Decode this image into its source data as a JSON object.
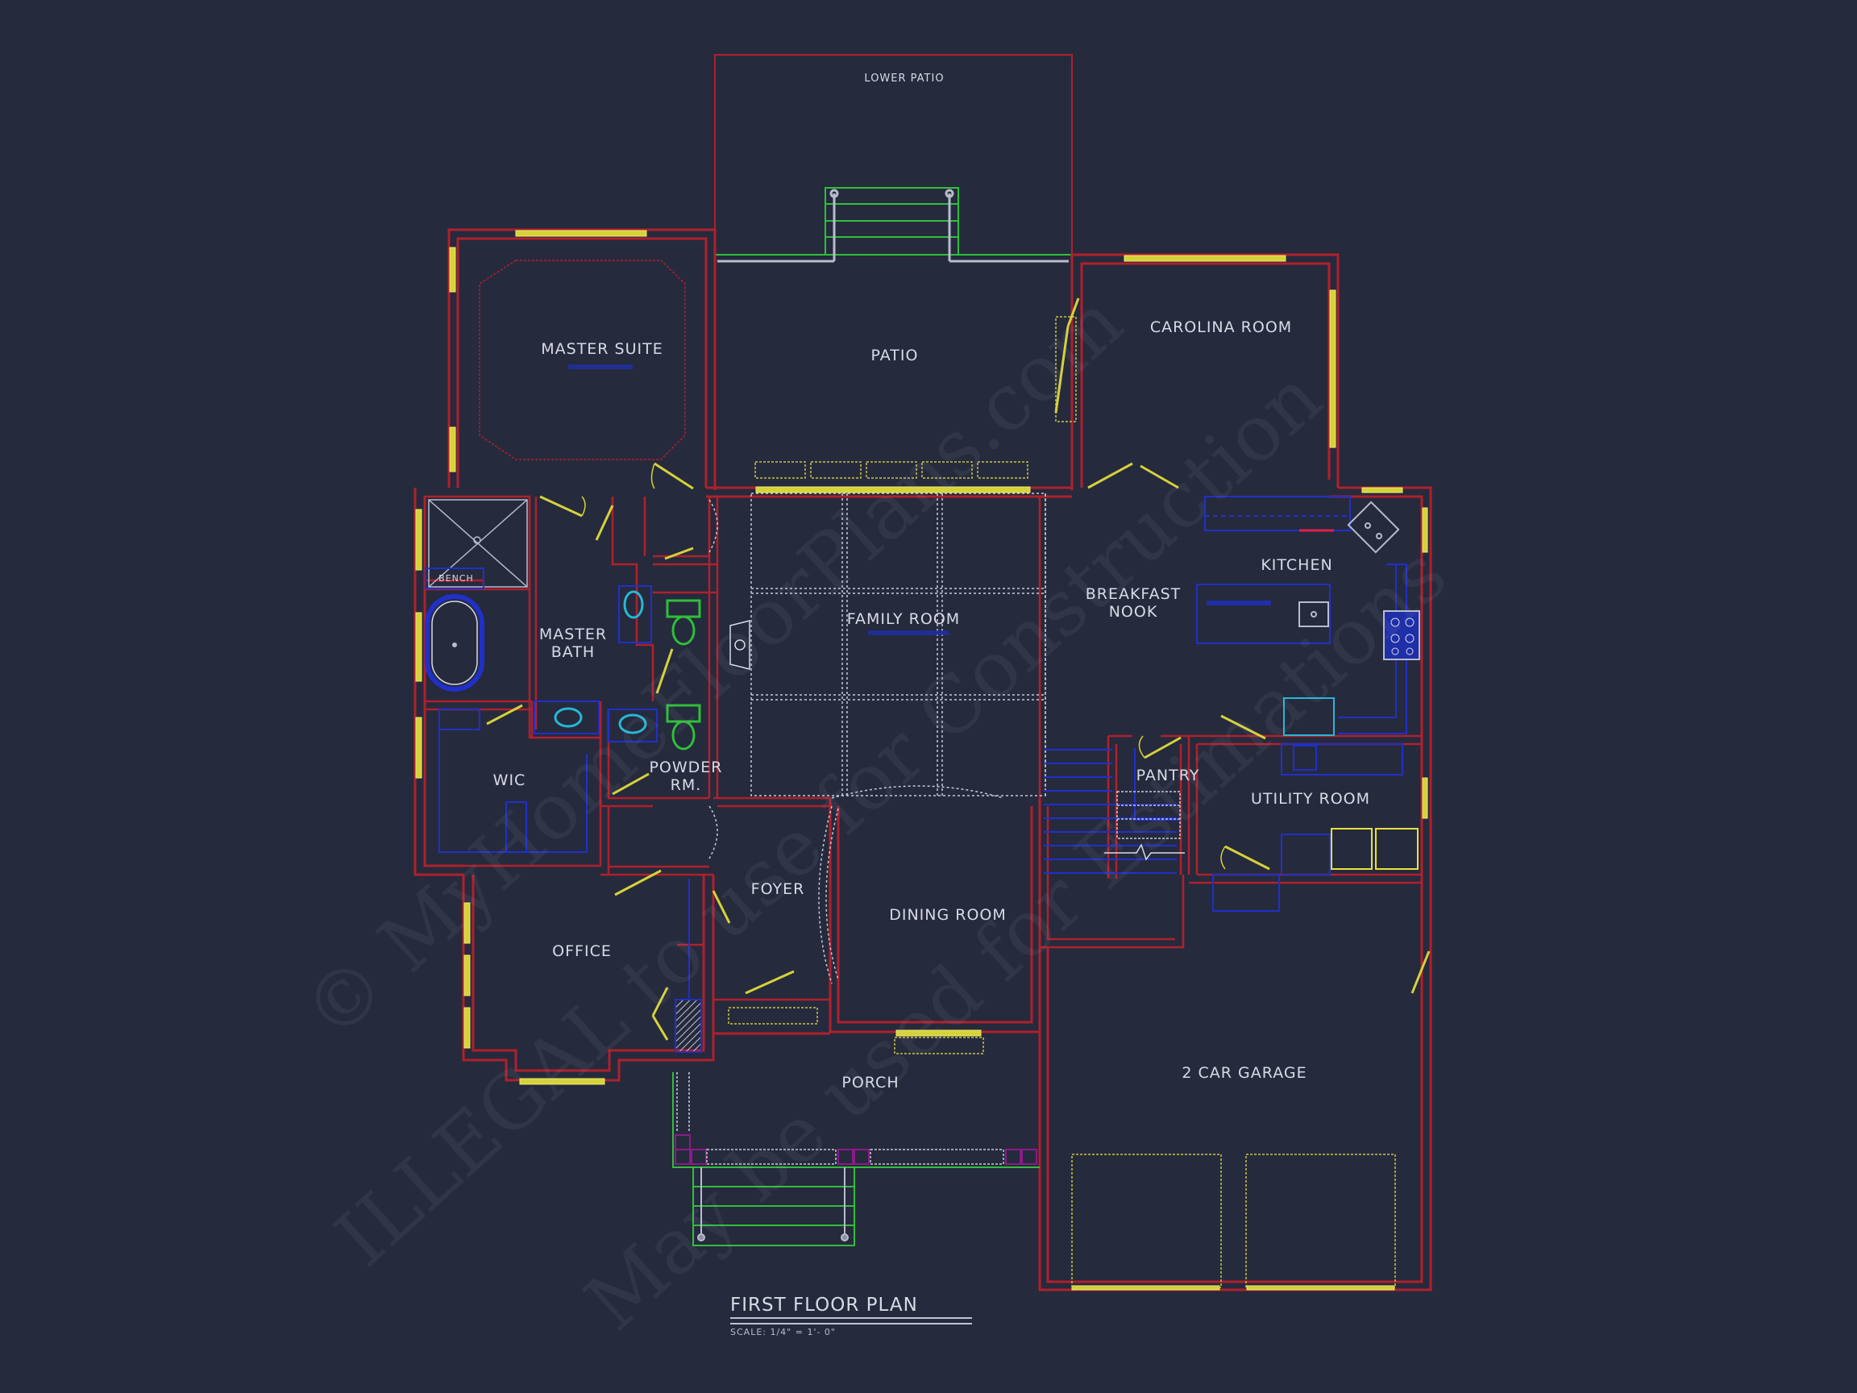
{
  "drawing": {
    "title": "FIRST FLOOR PLAN",
    "scale": "SCALE:  1/4\" = 1'- 0\"",
    "background_color": "#262a3d",
    "colors": {
      "walls": "#b0202c",
      "windows": "#d6d23a",
      "fixtures": "#2030c8",
      "stairs_rails": "#2fbf3a",
      "dashed_lines": "#c8cad6",
      "toilets": "#2fbf3a",
      "sinks": "#27b7d6"
    }
  },
  "rooms": {
    "lower_patio": "LOWER PATIO",
    "patio": "PATIO",
    "master_suite": "MASTER SUITE",
    "carolina_room": "CAROLINA ROOM",
    "master_bath_line1": "MASTER",
    "master_bath_line2": "BATH",
    "bench": "BENCH",
    "family_room": "FAMILY ROOM",
    "breakfast_line1": "BREAKFAST",
    "breakfast_line2": "NOOK",
    "kitchen": "KITCHEN",
    "wic": "WIC",
    "powder_line1": "POWDER",
    "powder_line2": "RM.",
    "pantry": "PANTRY",
    "utility_room": "UTILITY ROOM",
    "foyer": "FOYER",
    "dining_room": "DINING ROOM",
    "office": "OFFICE",
    "porch": "PORCH",
    "garage": "2 CAR GARAGE"
  },
  "watermarks": [
    "© MyHomeFloorPlans.com",
    "ILLEGAL to use for Construction",
    "May be used for Estimations"
  ]
}
